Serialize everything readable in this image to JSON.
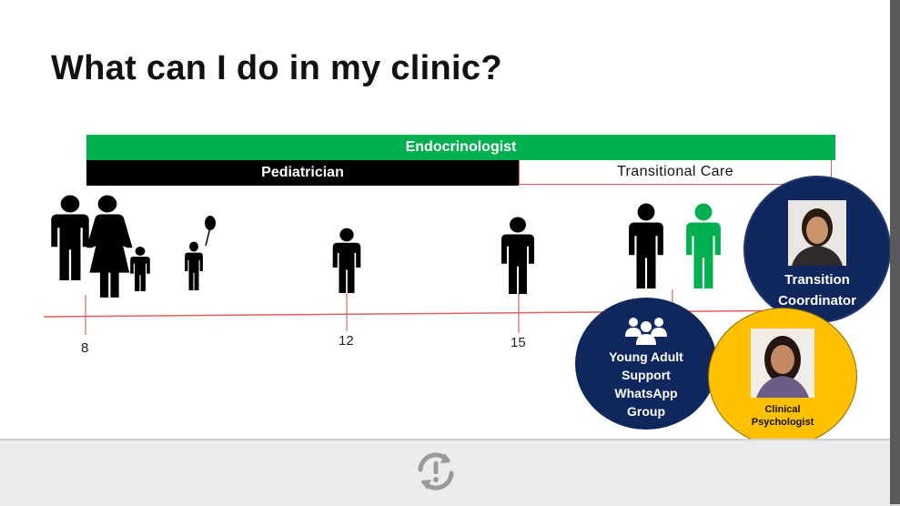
{
  "slide": {
    "title": "What can I do in my clinic?",
    "bars": {
      "endocrinologist": "Endocrinologist",
      "pediatrician": "Pediatrician",
      "transitional_care": "Transitional  Care"
    },
    "ages": [
      "8",
      "12",
      "15"
    ],
    "circles": {
      "coordinator": "Transition Coordinator",
      "group_lines": [
        "Young Adult",
        "Support",
        "WhatsApp",
        "Group"
      ],
      "psychologist_lines": [
        "Clinical",
        "Psychologist"
      ]
    },
    "icons": {
      "group": "people-group-icon",
      "refresh": "refresh-alert-icon"
    },
    "colors": {
      "endo_bar": "#00b050",
      "pediatrician_bar": "#000000",
      "navy_circle": "#10275e",
      "yellow_circle": "#ffc000",
      "timeline": "#e06060",
      "green_figure": "#00b050"
    }
  }
}
